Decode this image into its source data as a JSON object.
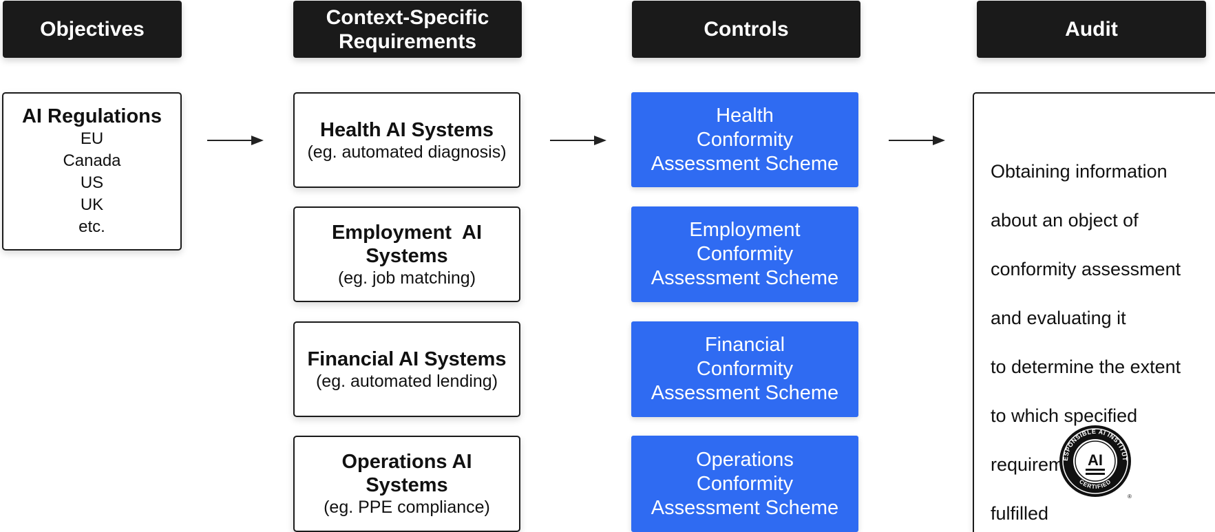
{
  "headers": {
    "objectives": [
      "Objectives"
    ],
    "requirements": [
      "Context-Specific",
      "Requirements"
    ],
    "controls": [
      "Controls"
    ],
    "audit": [
      "Audit"
    ]
  },
  "regulations": {
    "title": "AI Regulations",
    "items": [
      "EU",
      "Canada",
      "US",
      "UK",
      "etc."
    ]
  },
  "systems": [
    {
      "title_lines": [
        "Health AI Systems"
      ],
      "example": "(eg. automated diagnosis)"
    },
    {
      "title_lines": [
        "Employment  AI",
        "Systems"
      ],
      "example": "(eg. job matching)"
    },
    {
      "title_lines": [
        "Financial AI Systems"
      ],
      "example": "(eg. automated lending)"
    },
    {
      "title_lines": [
        "Operations AI",
        "Systems"
      ],
      "example": "(eg. PPE compliance)"
    }
  ],
  "schemes": [
    [
      "Health",
      "Conformity",
      "Assessment Scheme"
    ],
    [
      "Employment",
      "Conformity",
      "Assessment Scheme"
    ],
    [
      "Financial",
      "Conformity",
      "Assessment Scheme"
    ],
    [
      "Operations",
      "Conformity",
      "Assessment Scheme"
    ]
  ],
  "audit": {
    "description_lines": [
      "Obtaining information",
      "about an object of",
      "conformity assessment",
      "and evaluating it",
      "to determine the extent",
      "to which specified",
      "requirements are",
      "fulfilled"
    ],
    "seal": {
      "icon": "certified-seal-icon",
      "ring_text": "RESPONSIBLE AI INSTITUTE",
      "bottom_text": "CERTIFIED",
      "center_text": "AI",
      "mark": "®"
    }
  },
  "colors": {
    "header_bg": "#1a1a1a",
    "scheme_blue": "#2f6bf2",
    "border": "#1a1a1a"
  }
}
